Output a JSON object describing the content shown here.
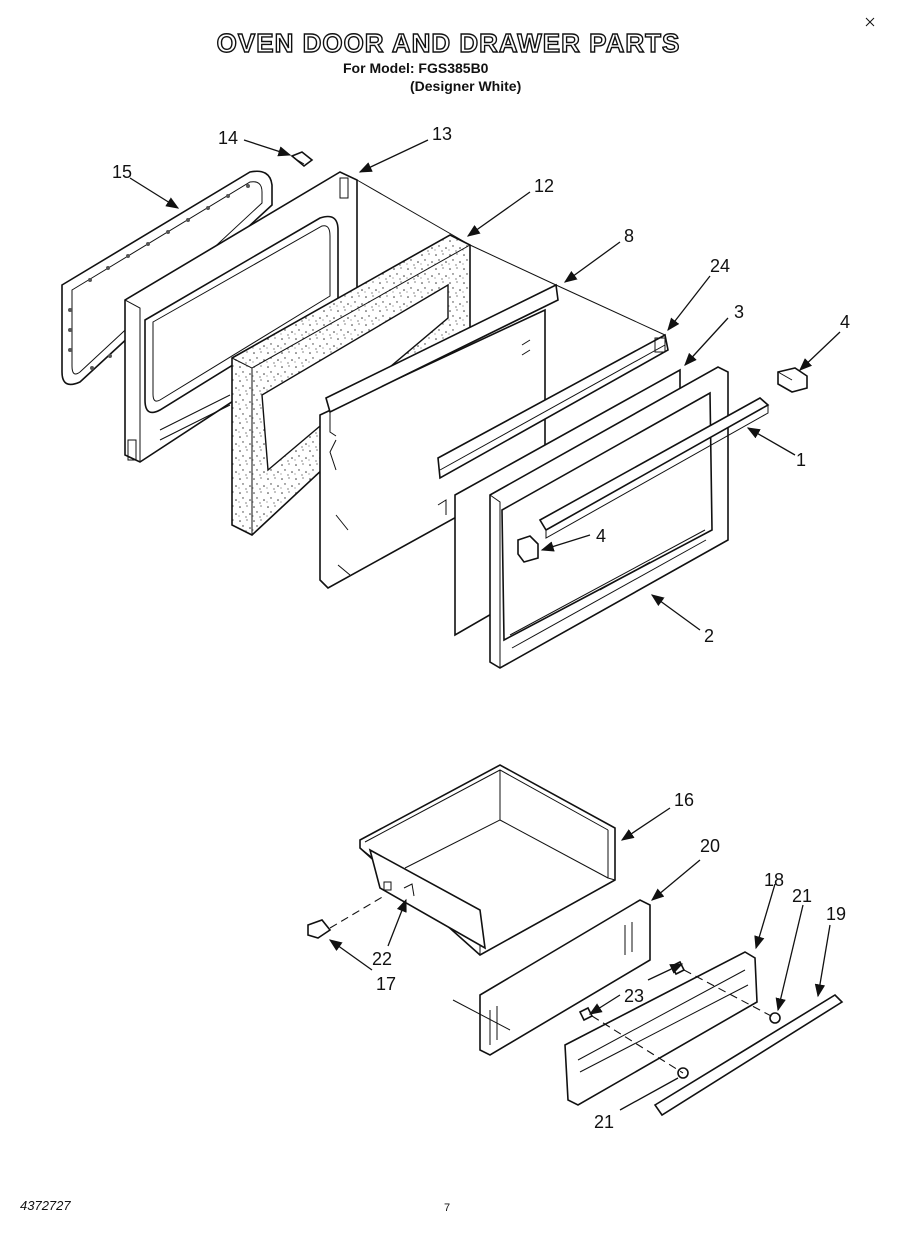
{
  "header": {
    "title": "OVEN DOOR AND DRAWER PARTS",
    "model_line": "For Model: FGS385B0",
    "color_line": "(Designer White)"
  },
  "footer": {
    "doc_number": "4372727",
    "page_number": "7"
  },
  "part_callouts": {
    "p14": "14",
    "p13": "13",
    "p15": "15",
    "p12": "12",
    "p8": "8",
    "p24": "24",
    "p3": "3",
    "p4a": "4",
    "p1": "1",
    "p4b": "4",
    "p2": "2",
    "p16": "16",
    "p20": "20",
    "p18": "18",
    "p21a": "21",
    "p19": "19",
    "p22": "22",
    "p17": "17",
    "p23": "23",
    "p21b": "21"
  }
}
